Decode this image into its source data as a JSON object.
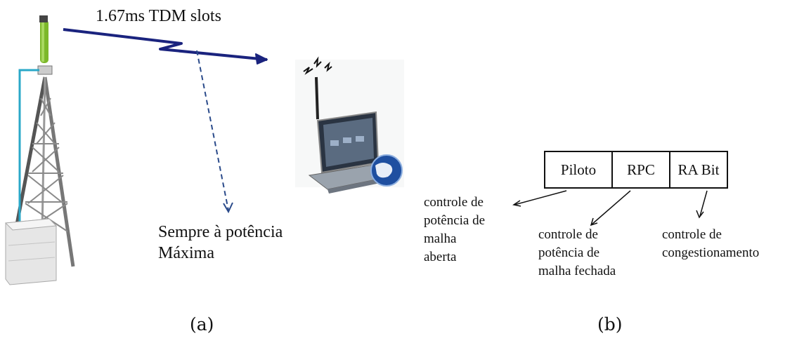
{
  "panel_a": {
    "signal_label": "1.67ms TDM slots",
    "power_label_line1": "Sempre à potência",
    "power_label_line2": "Máxima",
    "caption": "(a)"
  },
  "panel_b": {
    "fields": [
      "Piloto",
      "RPC",
      "RA Bit"
    ],
    "descriptions": [
      [
        "controle de",
        "potência de",
        "malha",
        "aberta"
      ],
      [
        "controle de",
        "potência de",
        "malha fechada"
      ],
      [
        "controle de",
        "congestionamento"
      ]
    ],
    "caption": "(b)"
  },
  "colors": {
    "signal_arrow": "#1a237e",
    "dashed_arrow": "#2a4a8a",
    "cable": "#2aa8c8",
    "antenna": "#7cb82a"
  }
}
